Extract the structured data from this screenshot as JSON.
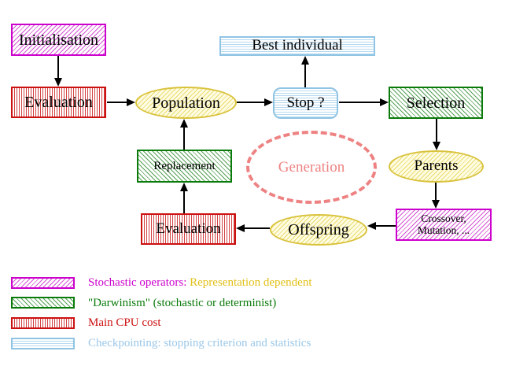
{
  "diagram": {
    "nodes": {
      "initialisation": "Initialisation",
      "evaluation_top": "Evaluation",
      "population": "Population",
      "best_individual": "Best individual",
      "stop": "Stop ?",
      "selection": "Selection",
      "parents": "Parents",
      "crossover_line1": "Crossover,",
      "crossover_line2": "Mutation, ...",
      "offspring": "Offspring",
      "evaluation_bottom": "Evaluation",
      "replacement": "Replacement",
      "generation": "Generation"
    },
    "colors": {
      "magenta": "#cc00cc",
      "green": "#0a7a0a",
      "red": "#cc1111",
      "light_blue": "#90c4e4",
      "yellow_border": "#d9c23c",
      "gold_text": "#e2bf17",
      "salmon": "#ee8282",
      "arrow_black": "#000000"
    }
  },
  "legend": {
    "items": [
      {
        "swatch": "magenta-diagonal-hatch",
        "text": "Stochastic operators:",
        "text2": "Representation dependent"
      },
      {
        "swatch": "green-diagonal-hatch",
        "text": "\"Darwinism\" (stochastic or determinist)"
      },
      {
        "swatch": "red-vertical-stripes",
        "text": "Main CPU cost"
      },
      {
        "swatch": "blue-horizontal-stripes",
        "text": "Checkpointing: stopping criterion and statistics"
      }
    ]
  }
}
